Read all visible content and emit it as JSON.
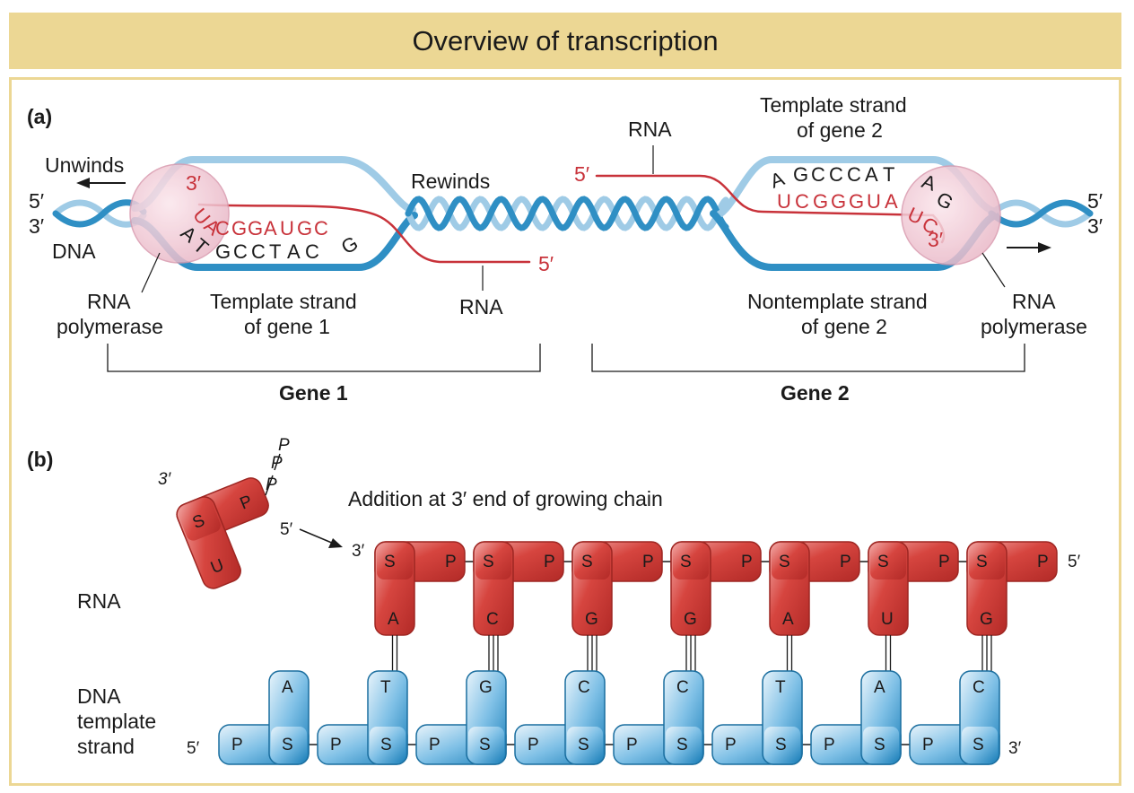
{
  "title": "Overview of transcription",
  "panel_a": {
    "label": "(a)",
    "unwinds": "Unwinds",
    "rewinds": "Rewinds",
    "dna": "DNA",
    "five_prime": "5′",
    "three_prime": "3′",
    "rna": "RNA",
    "rna_polymerase_line1": "RNA",
    "rna_polymerase_line2": "polymerase",
    "template_gene1_line1": "Template strand",
    "template_gene1_line2": "of gene 1",
    "template_gene2_line1": "Template strand",
    "template_gene2_line2": "of gene 2",
    "nontemplate_gene2_line1": "Nontemplate strand",
    "nontemplate_gene2_line2": "of gene 2",
    "gene1": "Gene 1",
    "gene2": "Gene 2",
    "gene1_rna_seq": [
      "U",
      "A",
      "C",
      "G",
      "G",
      "A",
      "U",
      "G",
      "C"
    ],
    "gene1_dna_seq": [
      "A",
      "T",
      "G",
      "C",
      "C",
      "T",
      "A",
      "C",
      "G"
    ],
    "gene2_dna_seq": [
      "A",
      "G",
      "C",
      "C",
      "C",
      "A",
      "T",
      "A",
      "G"
    ],
    "gene2_rna_seq": [
      "U",
      "C",
      "G",
      "G",
      "G",
      "U",
      "A",
      "U",
      "C"
    ]
  },
  "panel_b": {
    "label": "(b)",
    "addition_caption": "Addition at 3′ end of growing chain",
    "rna_label": "RNA",
    "dna_label_line1": "DNA",
    "dna_label_line2": "template",
    "dna_label_line3": "strand",
    "five_prime": "5′",
    "three_prime": "3′",
    "sugar": "S",
    "phosphate": "P",
    "incoming_base": "U",
    "incoming_three_prime": "3′",
    "incoming_five_prime": "5′",
    "rna_bases": [
      "A",
      "C",
      "G",
      "G",
      "A",
      "U",
      "G"
    ],
    "rna_bonds": [
      2,
      3,
      3,
      3,
      2,
      2,
      3
    ],
    "dna_bases": [
      "A",
      "T",
      "G",
      "C",
      "C",
      "T",
      "A",
      "C"
    ]
  },
  "colors": {
    "title_bg": "#ecd794",
    "rna_red": "#c8323a",
    "dna_blue": "#2f8fc4",
    "dna_light": "#9fcbe6",
    "polymerase": "#f0c8d4"
  }
}
